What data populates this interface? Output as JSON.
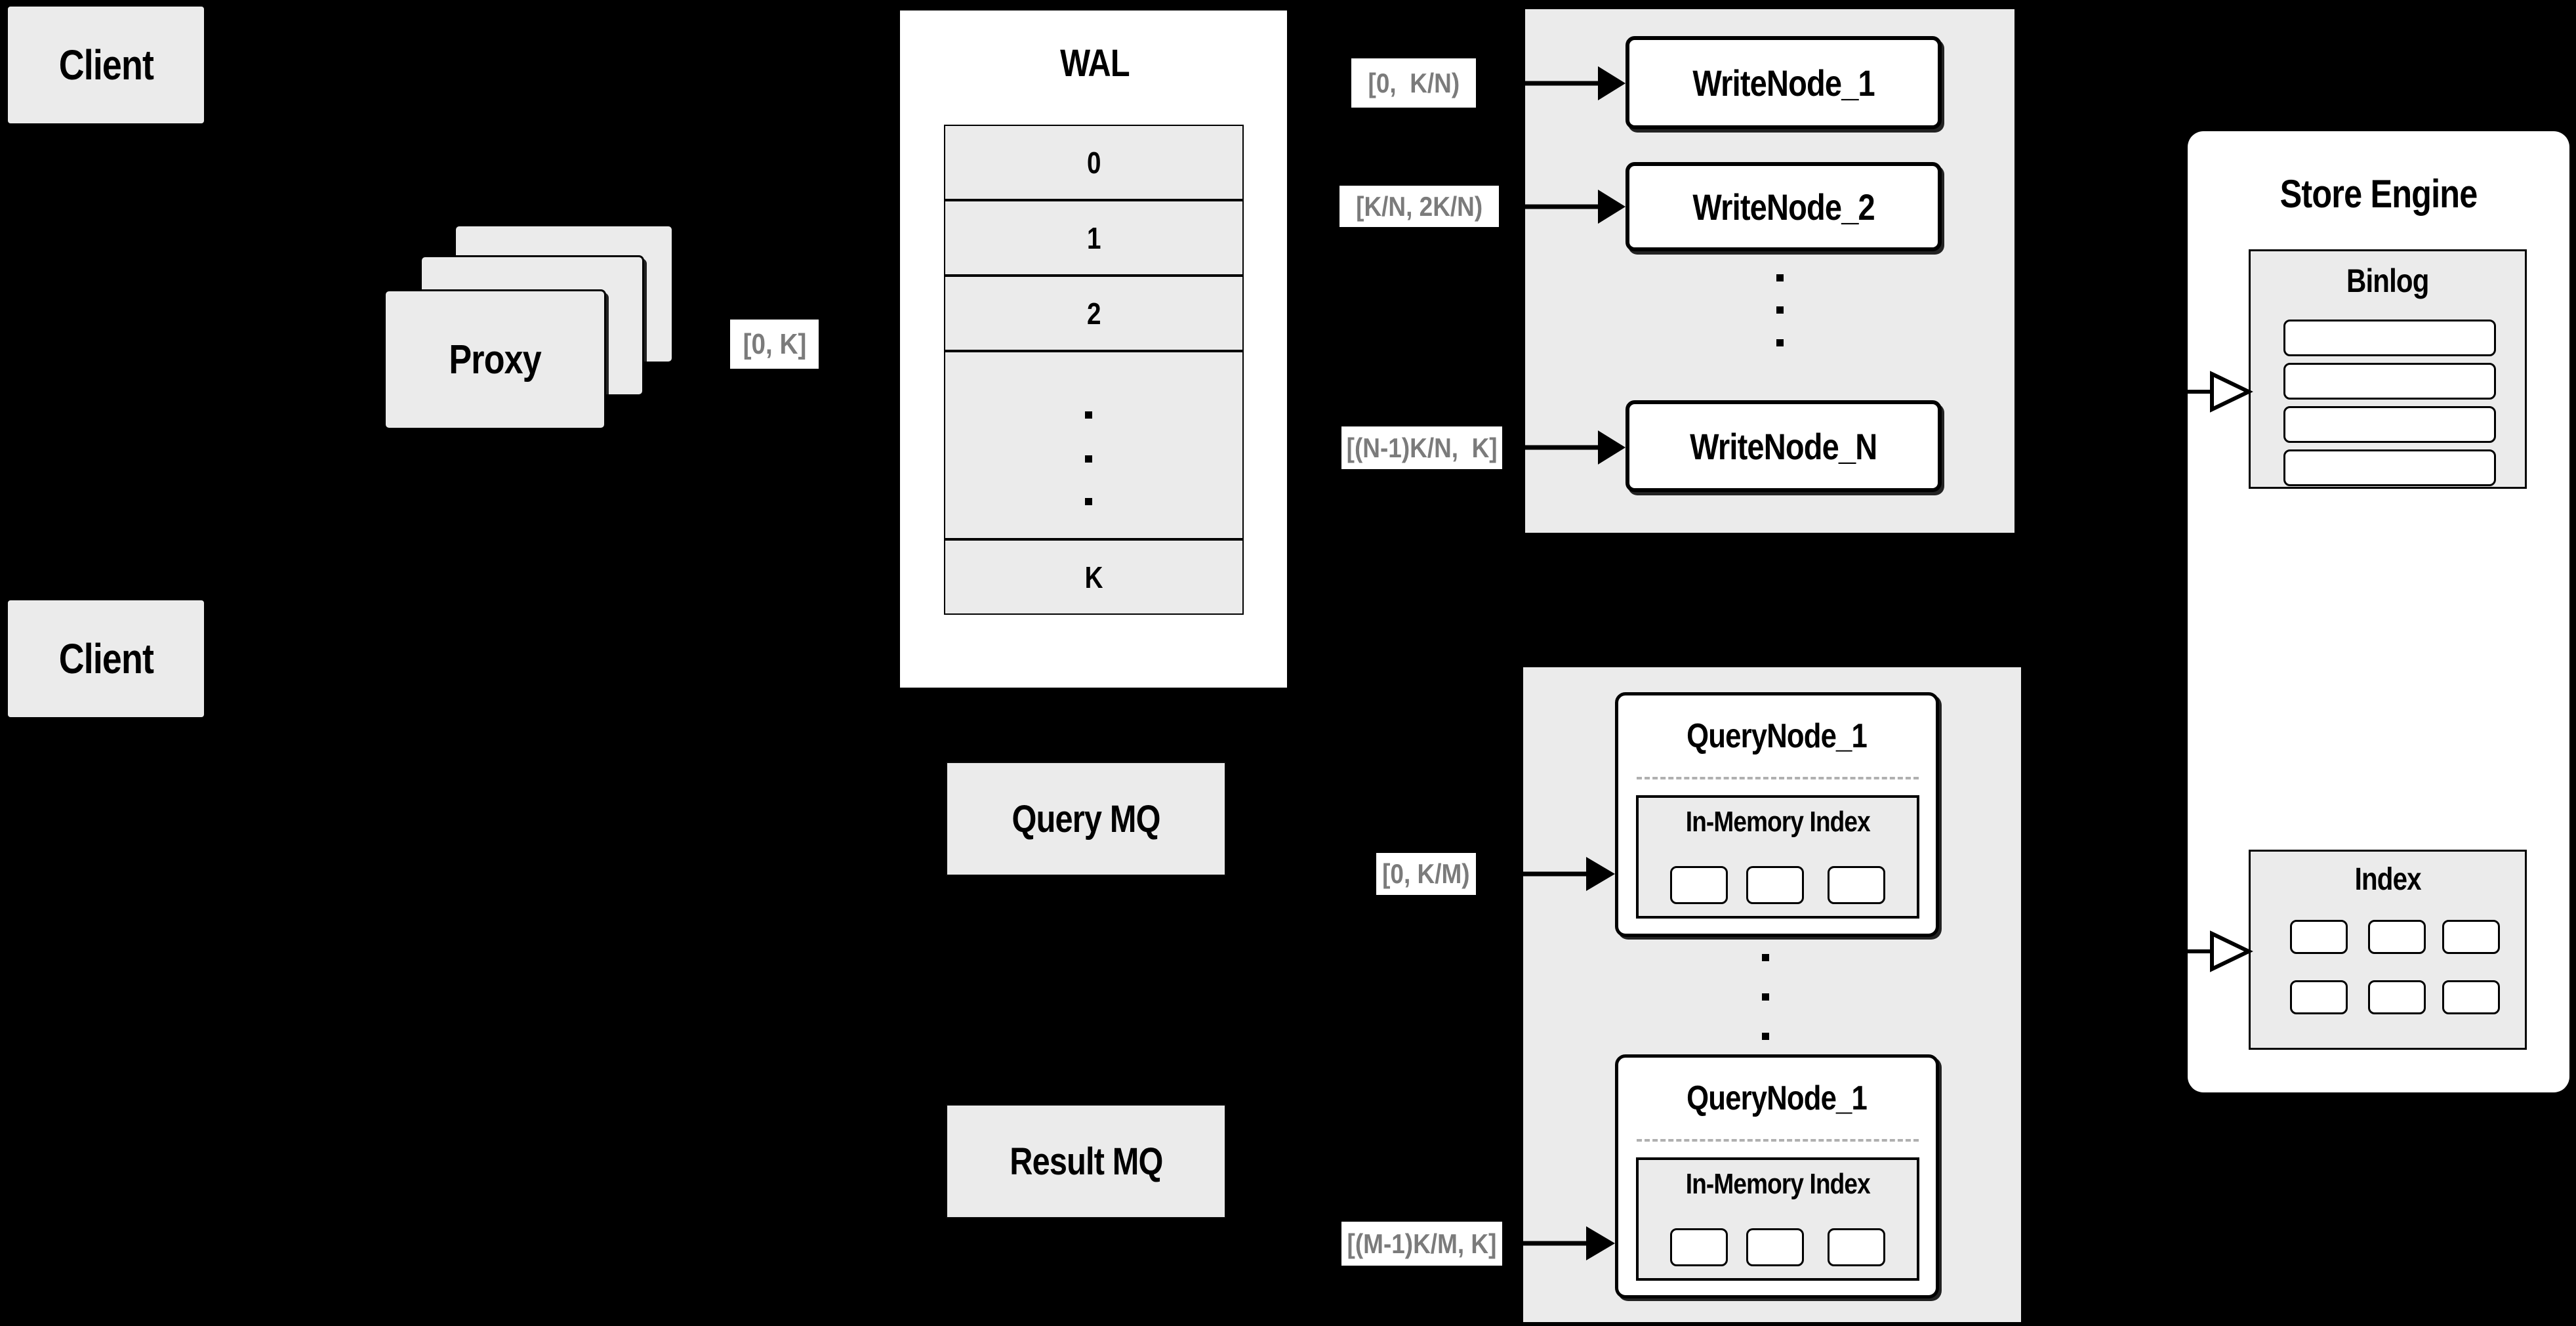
{
  "colors": {
    "background": "#000000",
    "panel_gray": "#ebebeb",
    "box_white": "#ffffff",
    "border": "#000000",
    "range_label_text": "#7b7b7b",
    "dashed_separator": "#b0b0b0"
  },
  "client_top": {
    "label": "Client"
  },
  "client_bottom": {
    "label": "Client"
  },
  "proxy": {
    "label": "Proxy",
    "range_label": "[0, K]"
  },
  "wal": {
    "title": "WAL",
    "segments": {
      "s0": "0",
      "s1": "1",
      "s2": "2",
      "sk": "K"
    }
  },
  "write_group": {
    "labels": {
      "l1": "[0,  K/N)",
      "l2": "[K/N, 2K/N)",
      "l3": "[(N-1)K/N,  K]"
    },
    "nodes": {
      "n1": "WriteNode_1",
      "n2": "WriteNode_2",
      "nn": "WriteNode_N"
    }
  },
  "mq": {
    "query": "Query MQ",
    "result": "Result MQ"
  },
  "query_group": {
    "labels": {
      "top": "[0, K/M)",
      "bottom": "[(M-1)K/M, K]"
    },
    "node_top": {
      "title": "QueryNode_1",
      "inner": "In-Memory Index"
    },
    "node_bottom": {
      "title": "QueryNode_1",
      "inner": "In-Memory Index"
    }
  },
  "store_engine": {
    "title": "Store Engine",
    "binlog": "Binlog",
    "index": "Index"
  }
}
